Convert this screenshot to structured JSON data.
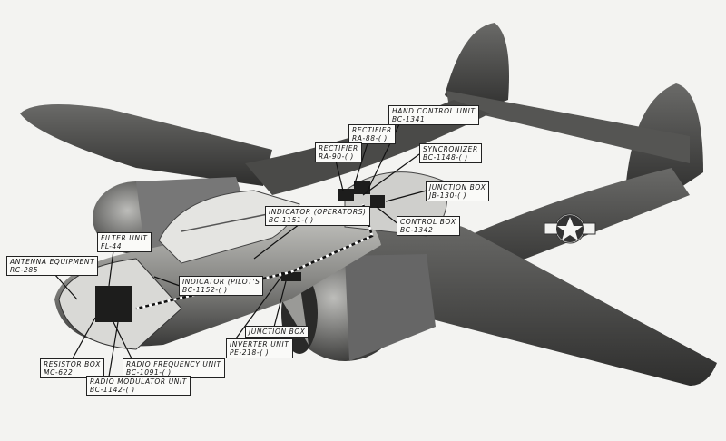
{
  "title": "Radar installation cutaway",
  "labels": {
    "hand_control": {
      "name": "HAND CONTROL UNIT",
      "part": "BC-1341"
    },
    "rectifier_88": {
      "name": "RECTIFIER",
      "part": "RA-88-( )"
    },
    "rectifier_90": {
      "name": "RECTIFIER",
      "part": "RA-90-( )"
    },
    "syncronizer": {
      "name": "SYNCRONIZER",
      "part": "BC-1148-( )"
    },
    "junction_box_upper": {
      "name": "JUNCTION BOX",
      "part": "JB-130-( )"
    },
    "indicator_operators": {
      "name": "INDICATOR (OPERATORS)",
      "part": "BC-1151-( )"
    },
    "control_box": {
      "name": "CONTROL BOX",
      "part": "BC-1342"
    },
    "filter_unit": {
      "name": "FILTER UNIT",
      "part": "FL-44"
    },
    "antenna": {
      "name": "ANTENNA EQUIPMENT",
      "part": "RC-285"
    },
    "indicator_pilots": {
      "name": "INDICATOR (PILOT'S",
      "part": "BC-1152-( )"
    },
    "junction_box_lower": {
      "name": "JUNCTION BOX"
    },
    "inverter": {
      "name": "INVERTER UNIT",
      "part": "PE-218-( )"
    },
    "resistor_box": {
      "name": "RESISTOR BOX",
      "part": "MC-622"
    },
    "radio_frequency": {
      "name": "RADIO FREQUENCY UNIT",
      "part": "BC-1091-( )"
    },
    "radio_modulator": {
      "name": "RADIO MODULATOR UNIT",
      "part": "BC-1142-( )"
    }
  }
}
